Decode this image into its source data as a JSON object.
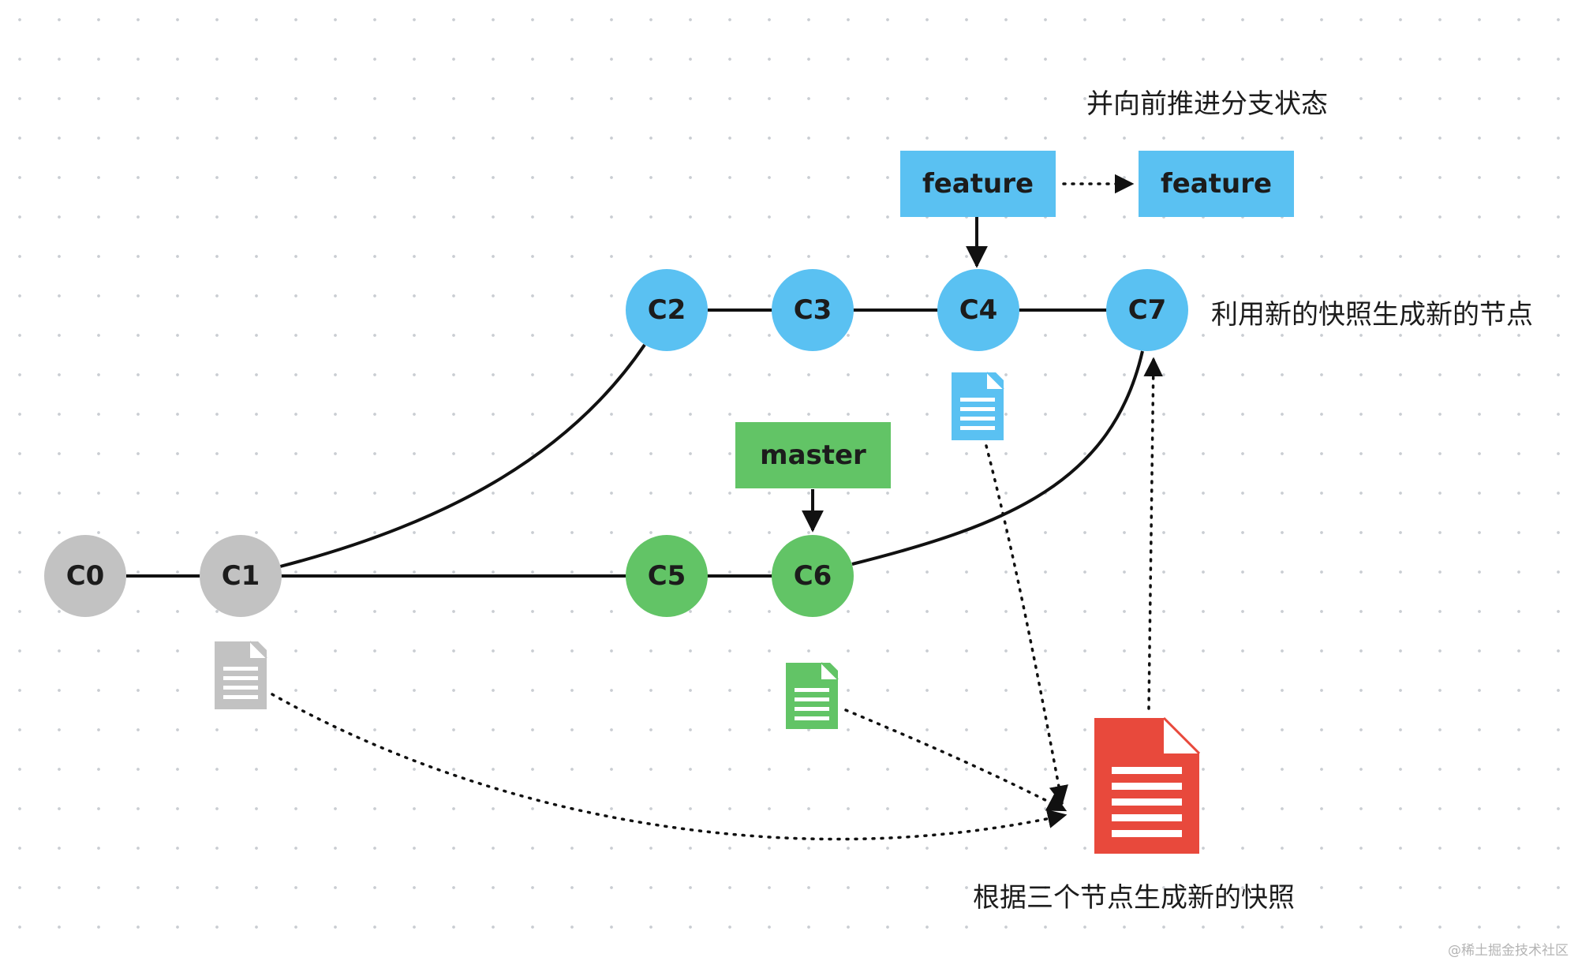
{
  "nodes": {
    "c0": "C0",
    "c1": "C1",
    "c2": "C2",
    "c3": "C3",
    "c4": "C4",
    "c5": "C5",
    "c6": "C6",
    "c7": "C7"
  },
  "branches": {
    "feature_old": "feature",
    "feature_new": "feature",
    "master": "master"
  },
  "captions": {
    "advance_branch": "并向前推进分支状态",
    "new_commit": "利用新的快照生成新的节点",
    "new_snapshot": "根据三个节点生成新的快照"
  },
  "watermark": "@稀土掘金技术社区",
  "colors": {
    "base": "#c2c2c2",
    "feature": "#5ac1f2",
    "master": "#62c466",
    "merged_snapshot": "#e8493c",
    "edge": "#111111"
  },
  "icons": {
    "snapshot": "document-icon"
  }
}
